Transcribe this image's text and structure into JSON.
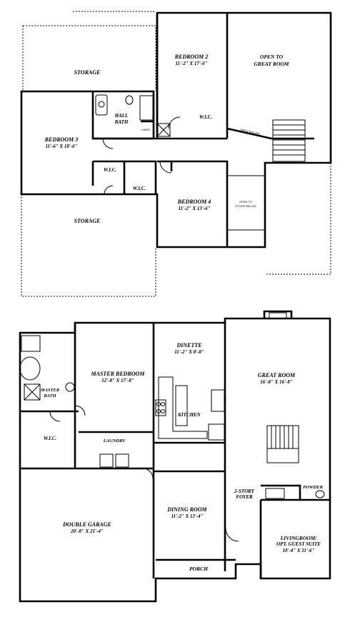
{
  "upper_floor": {
    "storage_top": "STORAGE",
    "bedroom2": {
      "name": "BEDROOM 2",
      "size": "11'-2\" X 17'-0\""
    },
    "open_to_great_room": [
      "OPEN TO",
      "GREAT ROOM"
    ],
    "hall_bath": [
      "HALL",
      "BATH"
    ],
    "linen": "LINEN",
    "wic_bed2": "W.I.C.",
    "bedroom3": {
      "name": "BEDROOM 3",
      "size": "11'-6\" X 18'-0\""
    },
    "open_railing": "OPEN RAILING",
    "wic_left": "W.I.C.",
    "wic_right": "W.I.C.",
    "bedroom4": {
      "name": "BEDROOM 4",
      "size": "11'-2\" X 13'-6\""
    },
    "open_to_foyer": [
      "OPEN TO",
      "FOYER BELOW"
    ],
    "storage_bottom": "STORAGE"
  },
  "lower_floor": {
    "master_bedroom": {
      "name": "MASTER BEDROOM",
      "size": "12'-8\" X 17'-8\""
    },
    "master_bath": [
      "MASTER",
      "BATH"
    ],
    "wic": "W.I.C.",
    "laundry": "LAUNDRY",
    "dinette": {
      "name": "DINETTE",
      "size": "11'-2\" X 8'-8\""
    },
    "kitchen": "KITCHEN",
    "great_room": {
      "name": "GREAT ROOM",
      "size": "16'-8\" X 16'-8\""
    },
    "double_garage": {
      "name": "DOUBLE GARAGE",
      "size": "20'-8\" X 21'-4\""
    },
    "dining_room": {
      "name": "DINING ROOM",
      "size": "11'-2\" X 13'-4\""
    },
    "foyer": [
      "2-STORY",
      "FOYER"
    ],
    "powder": "POWDER",
    "living_room": {
      "name": [
        "LIVINGROOM/",
        "OPT. GUEST SUITE"
      ],
      "size": "10'-4\" X 11'-6\""
    },
    "porch": "PORCH"
  }
}
